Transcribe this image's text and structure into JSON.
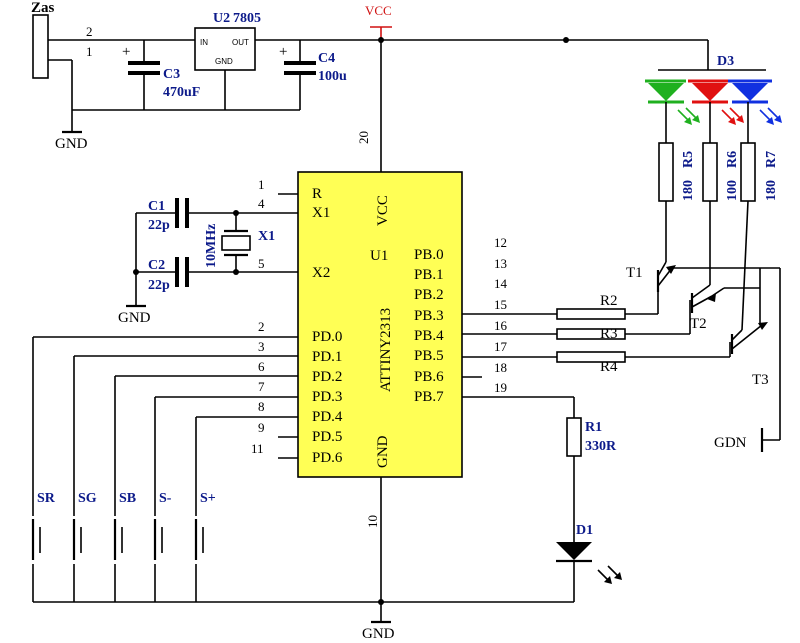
{
  "power": {
    "connector": "Zas",
    "pin_top": "2",
    "pin_bottom": "1",
    "gnd_top": "GND",
    "regulator_ref": "U2",
    "regulator_type": "7805",
    "reg_in": "IN",
    "reg_out": "OUT",
    "reg_gnd": "GND",
    "c3_ref": "C3",
    "c3_val": "470uF",
    "c4_ref": "C4",
    "c4_val": "100u",
    "vcc": "VCC",
    "plus": "+"
  },
  "crystal": {
    "c1_ref": "C1",
    "c1_val": "22p",
    "c2_ref": "C2",
    "c2_val": "22p",
    "x1_ref": "X1",
    "x1_val": "10MHz",
    "gnd": "GND"
  },
  "mcu": {
    "ref": "U1",
    "part": "ATTINY2313",
    "vcc_label": "VCC",
    "gnd_label": "GND",
    "vcc_pin": "20",
    "gnd_pin": "10",
    "left_pins": [
      {
        "num": "1",
        "name": "R"
      },
      {
        "num": "4",
        "name": "X1"
      },
      {
        "num": "5",
        "name": "X2"
      },
      {
        "num": "2",
        "name": "PD.0"
      },
      {
        "num": "3",
        "name": "PD.1"
      },
      {
        "num": "6",
        "name": "PD.2"
      },
      {
        "num": "7",
        "name": "PD.3"
      },
      {
        "num": "8",
        "name": "PD.4"
      },
      {
        "num": "9",
        "name": "PD.5"
      },
      {
        "num": "11",
        "name": "PD.6"
      }
    ],
    "right_pins": [
      {
        "num": "12",
        "name": "PB.0"
      },
      {
        "num": "13",
        "name": "PB.1"
      },
      {
        "num": "14",
        "name": "PB.2"
      },
      {
        "num": "15",
        "name": "PB.3"
      },
      {
        "num": "16",
        "name": "PB.4"
      },
      {
        "num": "17",
        "name": "PB.5"
      },
      {
        "num": "18",
        "name": "PB.6"
      },
      {
        "num": "19",
        "name": "PB.7"
      }
    ]
  },
  "led_driver": {
    "led_ref": "D3",
    "resistors": [
      {
        "ref": "R5",
        "val": "180"
      },
      {
        "ref": "R6",
        "val": "100"
      },
      {
        "ref": "R7",
        "val": "180"
      }
    ],
    "base_resistors": [
      "R2",
      "R3",
      "R4"
    ],
    "transistors": [
      "T1",
      "T2",
      "T3"
    ],
    "gnd": "GDN",
    "led_colors": [
      "#1fb01f",
      "#e01010",
      "#1030e0"
    ]
  },
  "status_led": {
    "r_ref": "R1",
    "r_val": "330R",
    "d_ref": "D1"
  },
  "buttons": [
    "SR",
    "SG",
    "SB",
    "S-",
    "S+"
  ],
  "ground_bottom": "GND",
  "colors": {
    "ic_fill": "#ffff55",
    "value_text": "#0c1a8a",
    "vcc": "#d01010"
  }
}
